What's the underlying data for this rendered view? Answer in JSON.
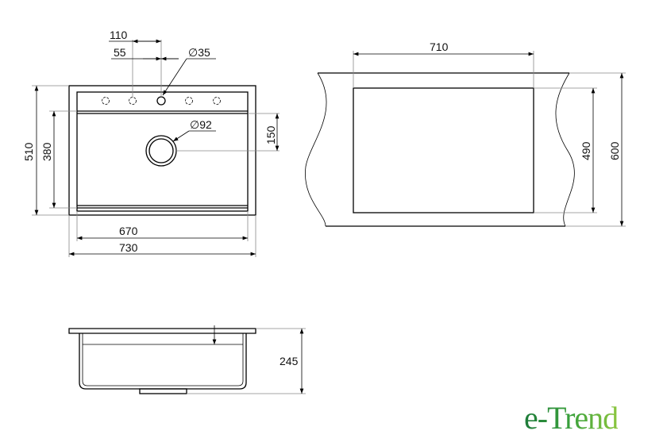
{
  "top_view": {
    "dim_110": "110",
    "dim_55": "55",
    "dim_d35": "∅35",
    "dim_d92": "∅92",
    "dim_150": "150",
    "dim_510": "510",
    "dim_380": "380",
    "dim_670": "670",
    "dim_730": "730"
  },
  "cutout_view": {
    "dim_710": "710",
    "dim_490": "490",
    "dim_600": "600"
  },
  "side_view": {
    "dim_245": "245"
  },
  "logo": {
    "text": "e-Trend",
    "colors": [
      "#1e7b3a",
      "#8cc63f"
    ]
  }
}
